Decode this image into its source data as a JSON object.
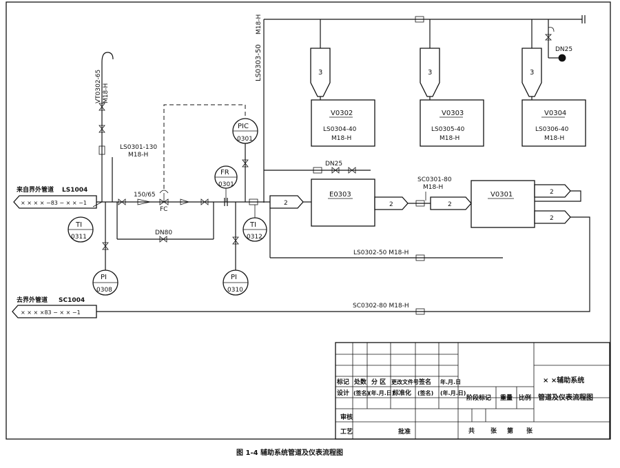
{
  "equipment": {
    "e0303": "E0303",
    "v0301": "V0301",
    "v0302": "V0302",
    "v0303": "V0303",
    "v0304": "V0304",
    "hopper_no": "3"
  },
  "instruments": {
    "ti0311": {
      "tag": "TI",
      "num": "0311"
    },
    "pi0308": {
      "tag": "PI",
      "num": "0308"
    },
    "fr0301": {
      "tag": "FR",
      "num": "0301"
    },
    "pic0301": {
      "tag": "PIC",
      "num": "0301"
    },
    "ti0312": {
      "tag": "TI",
      "num": "0312"
    },
    "pi0310": {
      "tag": "PI",
      "num": "0310"
    }
  },
  "lines": {
    "incoming_label": "来自界外管道",
    "incoming_code": "LS1004",
    "incoming_spec": "× × × × −83 − × × −1",
    "outgoing_label": "去界外管道",
    "outgoing_code": "SC1004",
    "outgoing_spec": "× × × ×83 − × × −1",
    "vt0302": "VT0302-65",
    "vt0302_spec": "M18-H",
    "ls0301": "LS0301-130",
    "ls0301_spec": "M18-H",
    "ls0303": "LS0303-50",
    "ls0303_spec": "M18-H",
    "reducer": "150/65",
    "fc": "FC",
    "dn80": "DN80",
    "dn25_a": "DN25",
    "dn25_b": "DN25",
    "sc0301": "SC0301-80",
    "sc0301_spec": "M18-H",
    "ls0304": "LS0304-40",
    "ls0305": "LS0305-40",
    "ls0306": "LS0306-40",
    "m18h": "M18-H",
    "ls0302": "LS0302-50   M18-H",
    "sc0302": "SC0302-80   M18-H",
    "connector_no": "2"
  },
  "title_block": {
    "row_mark": "标记",
    "row_count": "处数",
    "row_zone": "分 区",
    "row_doc": "更改文件号",
    "row_sign": "签名",
    "row_date": "年.月.日",
    "design": "设计",
    "sign_paren": "(签名)",
    "date_paren": "(年.月.日)",
    "standard": "标准化",
    "stage_mark": "阶段标记",
    "weight": "重量",
    "scale": "比例",
    "review": "审核",
    "process": "工艺",
    "approve": "批准",
    "total": "共",
    "sheets": "张",
    "no": "第",
    "sheet": "张",
    "system_name": "× ×辅助系统",
    "drawing_name": "管道及仪表流程图"
  },
  "caption": "图 1-4   辅助系统管道及仪表流程图"
}
